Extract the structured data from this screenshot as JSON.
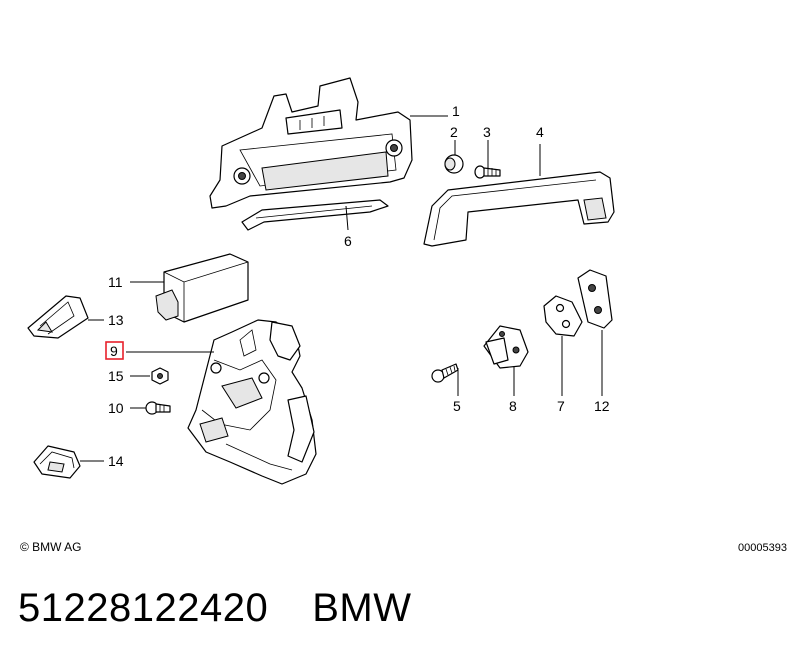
{
  "callouts": [
    {
      "num": "1"
    },
    {
      "num": "2"
    },
    {
      "num": "3"
    },
    {
      "num": "4"
    },
    {
      "num": "6"
    },
    {
      "num": "11"
    },
    {
      "num": "13"
    },
    {
      "num": "9",
      "highlighted": true
    },
    {
      "num": "15"
    },
    {
      "num": "10"
    },
    {
      "num": "14"
    },
    {
      "num": "5"
    },
    {
      "num": "8"
    },
    {
      "num": "7"
    },
    {
      "num": "12"
    }
  ],
  "highlight_color": "#e8212b",
  "copyright": "© BMW AG",
  "diagram_id": "00005393",
  "footer": {
    "part_number": "51228122420",
    "brand": "BMW"
  }
}
